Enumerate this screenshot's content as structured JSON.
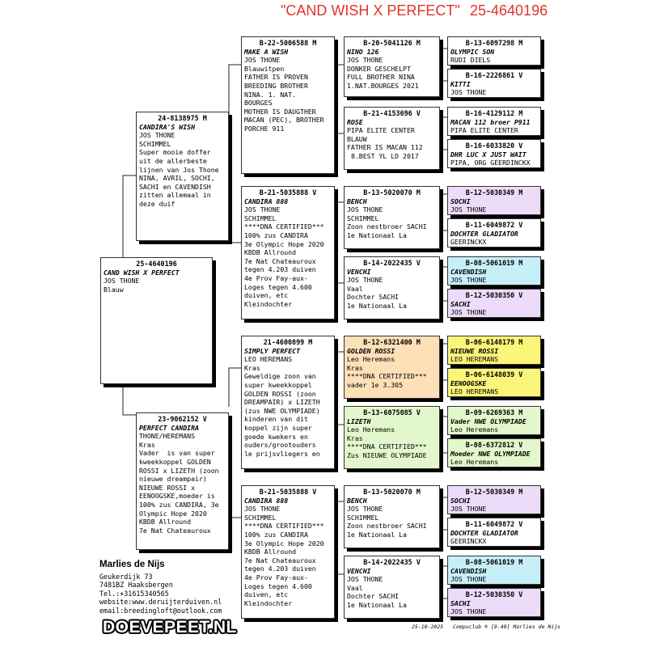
{
  "title": {
    "pigeon": "\"CAND WISH X PERFECT\"",
    "ring": "25-4640196"
  },
  "cards": {
    "subject": {
      "ring": "25-4640196",
      "lines": [
        "CAND WISH X PERFECT",
        "JOS THONE",
        "Blauw"
      ]
    },
    "sire": {
      "ring": "24-8138975 M",
      "lines": [
        "CANDIRA'S WISH",
        "JOS THONE",
        "SCHIMMEL",
        "Super mooie doffer",
        "uit de allerbeste",
        "lijnen van Jos Thone",
        "NINA, AVRIL, SOCHI,",
        "SACHI en CAVENDISH",
        "zitten allemaal in",
        "deze duif"
      ]
    },
    "dam": {
      "ring": "23-9062152 V",
      "lines": [
        "PERFECT CANDIRA",
        "THONE/HEREMANS",
        "Kras",
        "Vader  is van super",
        "kweekkoppel GOLDEN",
        "ROSSI x LIZETH (zoon",
        "nieuwe dreampair)",
        "NIEUWE ROSSI x",
        "EENOOGSKE,moeder is",
        "100% zus CANDIRA, 3e",
        "Olympic Hope 2020",
        "KBDB Allround",
        "7e Nat Chateauroux"
      ]
    },
    "ss": {
      "ring": "B-22-5006588 M",
      "lines": [
        "MAKE A WISH",
        "JOS THONE",
        "Blauwitpen",
        "FATHER IS PROVEN",
        "BREEDING BROTHER",
        "NINA. 1. NAT.",
        "BOURGES",
        "MOTHER IS DAUGTHER",
        "MACAN (PEC), BROTHER",
        "PORCHE 911"
      ]
    },
    "sd": {
      "ring": "B-21-5035888 V",
      "lines": [
        "CANDIRA 888",
        "JOS THONE",
        "SCHIMMEL",
        "****DNA CERTIFIED***",
        "100% zus CANDIRA",
        "3e Olympic Hope 2020",
        "KBDB Allround",
        "7e Nat Chateauroux",
        "tegen 4.203 duiven",
        "4e Prov Fay-aux-",
        "Loges tegen 4.600",
        "duiven, etc",
        "Kleindochter"
      ]
    },
    "ds": {
      "ring": "21-4600899 M",
      "lines": [
        "SIMPLY PERFECT",
        "LEO HEREMANS",
        "Kras",
        "Geweldige zoon van",
        "super kweekkoppel",
        "GOLDEN ROSSI (zoon",
        "DREAMPAIR) x LIZETH",
        "(zus NWE OLYMPIADE)",
        "kinderen van dit",
        "koppel zijn super",
        "goede kwekers en",
        "ouders/grootouders",
        "le prijsvliegers en"
      ]
    },
    "dd": {
      "ring": "B-21-5035888 V",
      "lines": [
        "CANDIRA 888",
        "JOS THONE",
        "SCHIMMEL",
        "****DNA CERTIFIED***",
        "100% zus CANDIRA",
        "3e Olympic Hope 2020",
        "KBDB Allround",
        "7e Nat Chateauroux",
        "tegen 4.203 duiven",
        "4e Prov Fay-aux-",
        "Loges tegen 4.600",
        "duiven, etc",
        "Kleindochter"
      ]
    },
    "sss": {
      "ring": "B-20-5041126 M",
      "lines": [
        "NINO 126",
        "JOS THONE",
        "DONKER GESCHELPT",
        "FULL BROTHER NINA",
        "1.NAT.BOURGES 2021"
      ]
    },
    "ssd": {
      "ring": "B-21-4153696 V",
      "lines": [
        "ROSE",
        "PIPA ELITE CENTER",
        "BLAUW",
        "FATHER IS MACAN 112",
        " 8.BEST YL LD 2017"
      ]
    },
    "sds": {
      "ring": "B-13-5020070 M",
      "lines": [
        "BENCH",
        "JOS THONE",
        "SCHIMMEL",
        "Zoon nestbroer SACHI",
        "1e Nationaal La"
      ]
    },
    "sdd": {
      "ring": "B-14-2022435 V",
      "lines": [
        "VENCHI",
        "JOS THONE",
        "Vaal",
        "Dochter SACHI",
        "1e Nationaal La"
      ]
    },
    "dss": {
      "ring": "B-12-6321400 M",
      "lines": [
        "GOLDEN ROSSI",
        "Leo Heremans",
        "Kras",
        "****DNA CERTIFIED***",
        "vader 1e 3.305"
      ]
    },
    "dsd": {
      "ring": "B-13-6075085 V",
      "lines": [
        "LIZETH",
        "Leo Heremans",
        "Kras",
        "****DNA CERTIFIED***",
        "Zus NIEUWE OLYMPIADE"
      ]
    },
    "dds": {
      "ring": "B-13-5020070 M",
      "lines": [
        "BENCH",
        "JOS THONE",
        "SCHIMMEL",
        "Zoon nestbroer SACHI",
        "1e Nationaal La"
      ]
    },
    "ddd": {
      "ring": "B-14-2022435 V",
      "lines": [
        "VENCHI",
        "JOS THONE",
        "Vaal",
        "Dochter SACHI",
        "1e Nationaal La"
      ]
    },
    "g1": {
      "ring": "B-13-6097298 M",
      "lines": [
        "OLYMPIC SON",
        "RUDI DIELS"
      ]
    },
    "g2": {
      "ring": "B-16-2226861 V",
      "lines": [
        "KITTI",
        "JOS THONE"
      ]
    },
    "g3": {
      "ring": "B-16-4129112 M",
      "lines": [
        "MACAN 112 broer P911",
        "PIPA ELITE CENTER"
      ]
    },
    "g4": {
      "ring": "B-16-6033820 V",
      "lines": [
        "DHR LUC X JUST WAIT",
        "PIPA, ORG GEERDINCKX"
      ]
    },
    "g5": {
      "ring": "B-12-5030349 M",
      "lines": [
        "SOCHI",
        "JOS THONE"
      ]
    },
    "g6": {
      "ring": "B-11-6049872 V",
      "lines": [
        "DOCHTER GLADIATOR",
        "GEERINCKX"
      ]
    },
    "g7": {
      "ring": "B-08-5061019 M",
      "lines": [
        "CAVENDISH",
        "JOS THONE"
      ]
    },
    "g8": {
      "ring": "B-12-5030350 V",
      "lines": [
        "SACHI",
        "JOS THONE"
      ]
    },
    "g9": {
      "ring": "B-06-6148179 M",
      "lines": [
        "NIEUWE ROSSI",
        "LEO HEREMANS"
      ]
    },
    "g10": {
      "ring": "B-06-6148039 V",
      "lines": [
        "EENOOGSKE",
        "LEO HEREMANS"
      ]
    },
    "g11": {
      "ring": "B-09-6269363 M",
      "lines": [
        "Vader NWE OLYMPIADE",
        "Leo Heremans"
      ]
    },
    "g12": {
      "ring": "B-08-6372812 V",
      "lines": [
        "Moeder NWE OLYMPIADE",
        "Leo Heremans"
      ]
    },
    "g13": {
      "ring": "B-12-5030349 M",
      "lines": [
        "SOCHI",
        "JOS THONE"
      ]
    },
    "g14": {
      "ring": "B-11-6049872 V",
      "lines": [
        "DOCHTER GLADIATOR",
        "GEERINCKX"
      ]
    },
    "g15": {
      "ring": "B-08-5061019 M",
      "lines": [
        "CAVENDISH",
        "JOS THONE"
      ]
    },
    "g16": {
      "ring": "B-12-5030350 V",
      "lines": [
        "SACHI",
        "JOS THONE"
      ]
    }
  },
  "breeder": {
    "name": "Marlies de Nijs",
    "address1": "Geukerdijk 73",
    "address2": "7481BZ  Haaksbergen",
    "phone": "Tel.:+31615340565",
    "website": "website:www.deruijterduiven.nl",
    "email": "email:breedingloft@outlook.com"
  },
  "footer": {
    "logo": "DOEVEPEET.NL",
    "date": "25-10-2025",
    "program": "Compuclub ® [9.49]  Marlies de Nijs"
  },
  "colors": {
    "title": "#e0342a",
    "orange": "#fde0b8",
    "green": "#e2f8cc",
    "yellow": "#fbf57a",
    "purple": "#ecdcfa",
    "cyan": "#c7eff8"
  }
}
